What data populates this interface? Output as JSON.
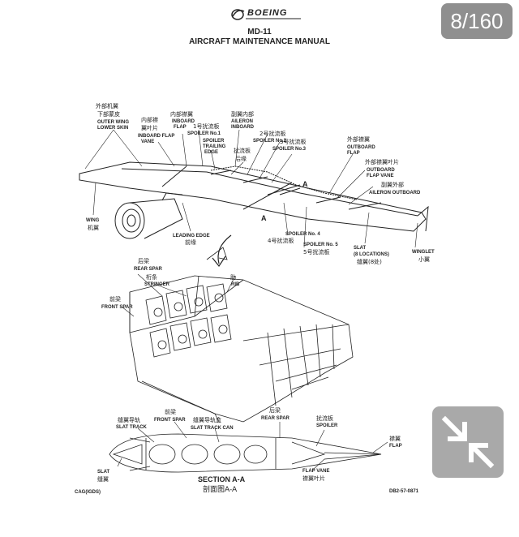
{
  "viewer": {
    "page_counter": "8/160",
    "collapse_icon": "collapse-arrows-icon"
  },
  "document": {
    "brand": "BOEING",
    "model": "MD-11",
    "manual_title": "AIRCRAFT MAINTENANCE MANUAL",
    "labels": {
      "outer_wing_lower_skin_cn": "外部机翼",
      "outer_wing_lower_skin_cn2": "下部蒙皮",
      "outer_wing_lower_skin_1": "OUTER WING",
      "outer_wing_lower_skin_2": "LOWER SKIN",
      "inboard_flap_vane_cn1": "内部襟",
      "inboard_flap_vane_cn2": "翼叶片",
      "inboard_flap_vane_1": "INBOARD FLAP",
      "inboard_flap_vane_2": "VANE",
      "inboard_flap_cn": "内部襟翼",
      "inboard_flap_1": "INBOARD",
      "inboard_flap_2": "FLAP",
      "spoiler1_cn": "1号扰流板",
      "spoiler1": "SPOILER No.1",
      "spoiler_trailing_1": "SPOILER",
      "spoiler_trailing_2": "TRAILING",
      "spoiler_trailing_3": "EDGE",
      "aileron_inboard_cn": "副翼内部",
      "aileron_inboard_1": "AILERON",
      "aileron_inboard_2": "INBOARD",
      "spoiler2_cn": "2号扰流板",
      "spoiler2": "SPOILER No.2",
      "spoiler3_cn": "3号扰流板",
      "spoiler3": "SPOILER No.3",
      "spoiler_edge_cn1": "扰流板",
      "spoiler_edge_cn2": "后缘",
      "outboard_flap_cn": "外部襟翼",
      "outboard_flap_1": "OUTBOARD",
      "outboard_flap_2": "FLAP",
      "outboard_flap_vane_cn": "外部襟翼叶片",
      "outboard_flap_vane_1": "OUTBOARD",
      "outboard_flap_vane_2": "FLAP VANE",
      "aileron_outboard_cn": "副翼外部",
      "aileron_outboard": "AILERON OUTBOARD",
      "section_marker": "A",
      "wing_1": "WING",
      "wing_cn": "机翼",
      "leading_edge": "LEADING EDGE",
      "leading_edge_cn": "前缘",
      "spoiler4": "SPOILER No. 4",
      "spoiler4_cn": "4号扰流板",
      "spoiler5": "SPOILER No. 5",
      "spoiler5_cn": "5号扰流板",
      "slat_1": "SLAT",
      "slat_2": "(8 LOCATIONS)",
      "slat_cn": "缝翼(8处)",
      "winglet": "WINGLET",
      "winglet_cn": "小翼",
      "rear_spar_cn": "后梁",
      "rear_spar": "REAR SPAR",
      "rib_cn": "肋",
      "rib": "RIB",
      "stringer_cn": "桁条",
      "stringer": "STRINGER",
      "front_spar_cn": "前梁",
      "front_spar": "FRONT SPAR",
      "slat_track_cn": "缝翼导轨",
      "slat_track": "SLAT TRACK",
      "front_spar2_cn": "前梁",
      "front_spar2": "FRONT SPAR",
      "slat_track_can_cn": "缝翼导轨盒",
      "slat_track_can": "SLAT TRACK CAN",
      "rear_spar2_cn": "后梁",
      "rear_spar2": "REAR SPAR",
      "spoiler_cn": "扰流板",
      "spoiler": "SPOILER",
      "flap_cn": "襟翼",
      "flap": "FLAP",
      "slat2": "SLAT",
      "slat2_cn": "缝翼",
      "flap_vane": "FLAP VANE",
      "flap_vane_cn": "襟翼叶片",
      "section_title": "SECTION A-A",
      "section_title_cn": "剖面图A-A",
      "footer_left": "CAG(IGDS)",
      "footer_right": "DB2-57-0871"
    }
  }
}
